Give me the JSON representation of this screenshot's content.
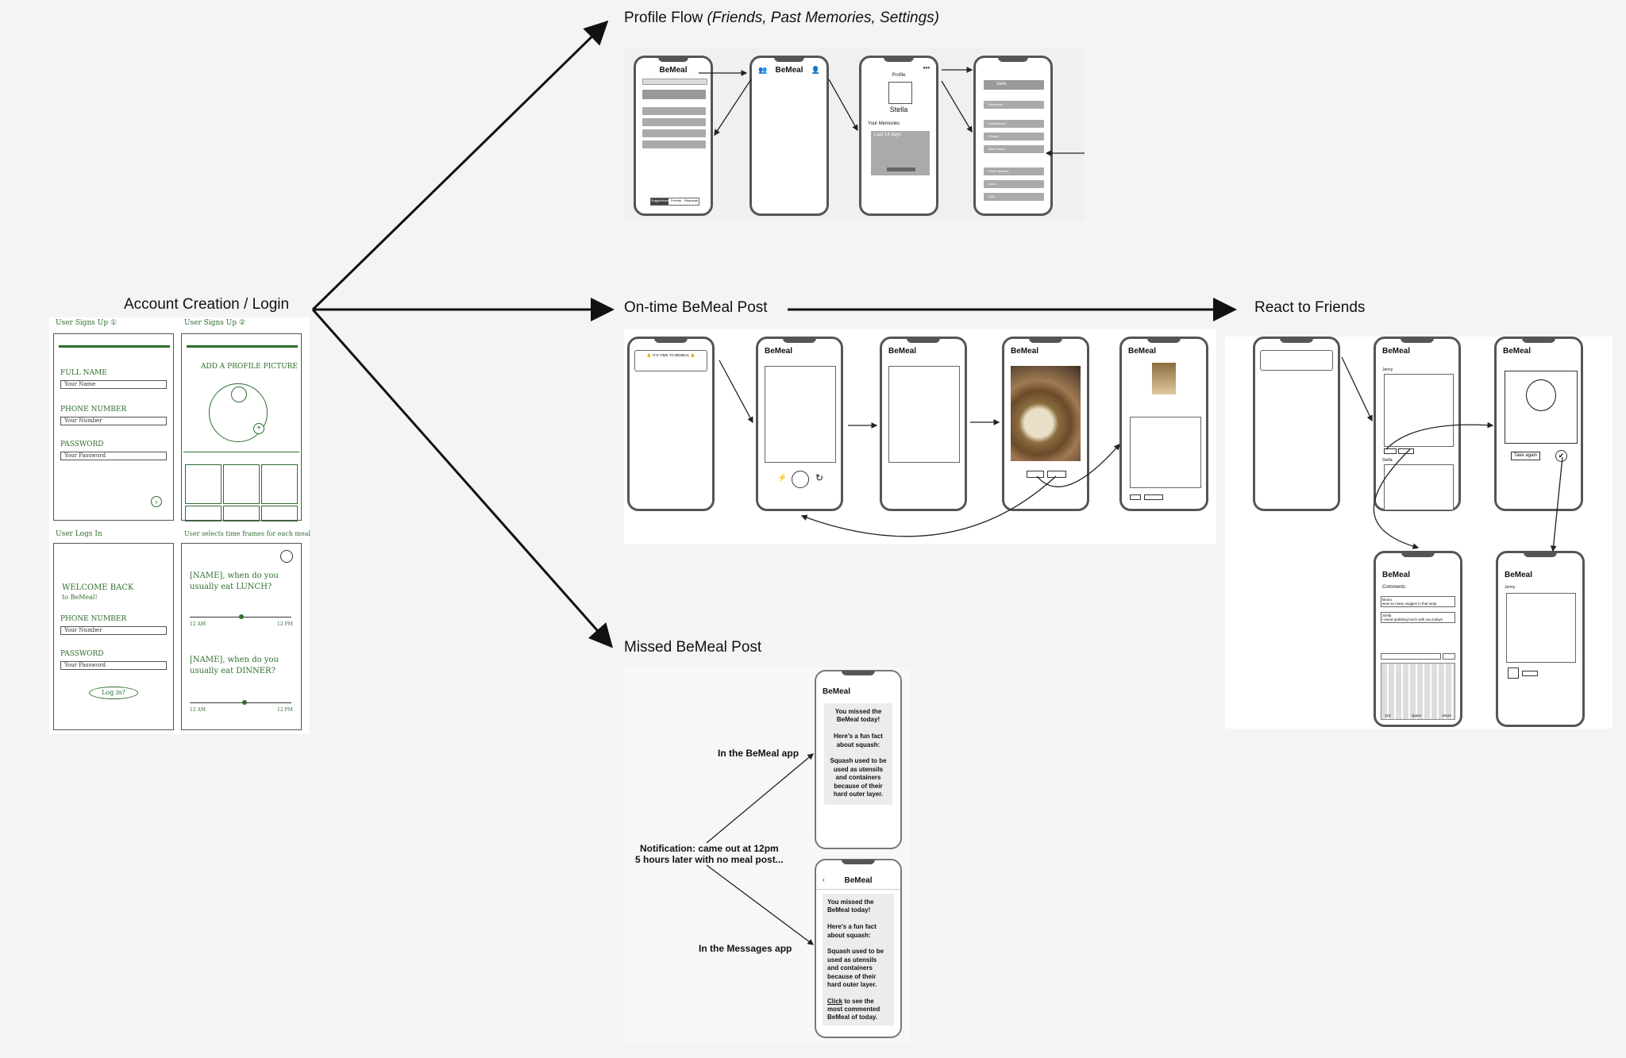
{
  "sections": {
    "account": {
      "label": "Account Creation / Login"
    },
    "profile": {
      "label": "Profile Flow",
      "sublabel": "(Friends, Past Memories, Settings)"
    },
    "ontime": {
      "label": "On-time BeMeal Post"
    },
    "react": {
      "label": "React to Friends"
    },
    "missed": {
      "label": "Missed BeMeal Post"
    }
  },
  "app_name": "BeMeal",
  "sketches": {
    "signup1": {
      "caption": "User Signs Up ①",
      "full_name": "FULL NAME",
      "full_name_ph": "Your Name",
      "phone": "PHONE NUMBER",
      "phone_ph": "Your Number",
      "password": "PASSWORD",
      "password_ph": "Your Password"
    },
    "signup2": {
      "caption": "User Signs Up ②",
      "heading": "ADD A PROFILE PICTURE"
    },
    "login": {
      "caption": "User Logs In",
      "welcome": "WELCOME BACK",
      "welcome_sub": "to BeMeal!",
      "phone": "PHONE NUMBER",
      "phone_ph": "Your Number",
      "password": "PASSWORD",
      "password_ph": "Your Password",
      "button": "Log in?"
    },
    "times": {
      "caption": "User selects time frames for each meal",
      "lunch": "[NAME], when do you usually eat LUNCH?",
      "dinner": "[NAME], when do you usually eat DINNER?",
      "start": "12 AM",
      "end": "12 PM"
    }
  },
  "profile_screens": {
    "profile_title": "Profile",
    "profile_name": "Stella",
    "your_memories": "Your Memories",
    "last_days": "Last 14 days",
    "settings_name": "Stella",
    "settings_rows": [
      "Memories",
      "Notifications",
      "Privacy",
      "Meal Times",
      "Share BeMeal",
      "About",
      "Help"
    ],
    "friend_tabs": [
      "Suggestions",
      "Friends",
      "Requests"
    ]
  },
  "ontime_screens": {
    "notification": "⚠️ IT'S TIME TO BEMEAL ⚠️"
  },
  "react_screens": {
    "friend1": "Jenny",
    "friend2": "Stella",
    "take_again": "Take again",
    "comments_title": "Comments",
    "comment1_user": "Bruno",
    "comment1_text": "wow so many veggies in that wrap",
    "comment2_user": "Stella",
    "comment2_text": "I loved grabbing lunch with you today!!",
    "keyboard_space": "space",
    "keyboard_return": "return",
    "keyboard_num": "123"
  },
  "missed": {
    "in_app_label": "In the BeMeal app",
    "in_messages_label": "In the Messages app",
    "notification_note_line1": "Notification: came out at 12pm",
    "notification_note_line2": "5 hours later with no meal post...",
    "app_message": "You missed the BeMeal today!\n\nHere's a fun fact about squash:\n\nSquash used to be used as utensils and containers because of their hard outer layer.",
    "sms_l1": "You missed the BeMeal today!",
    "sms_l2": "Here's a fun fact about squash:",
    "sms_l3": "Squash used to be used as utensils and containers because of their hard outer layer.",
    "sms_click": "Click",
    "sms_l4": " to see the most commented BeMeal of today."
  },
  "colors": {
    "background": "#f4f4f4",
    "sketch_ink": "#2e6e2e",
    "arrow": "#111111"
  }
}
